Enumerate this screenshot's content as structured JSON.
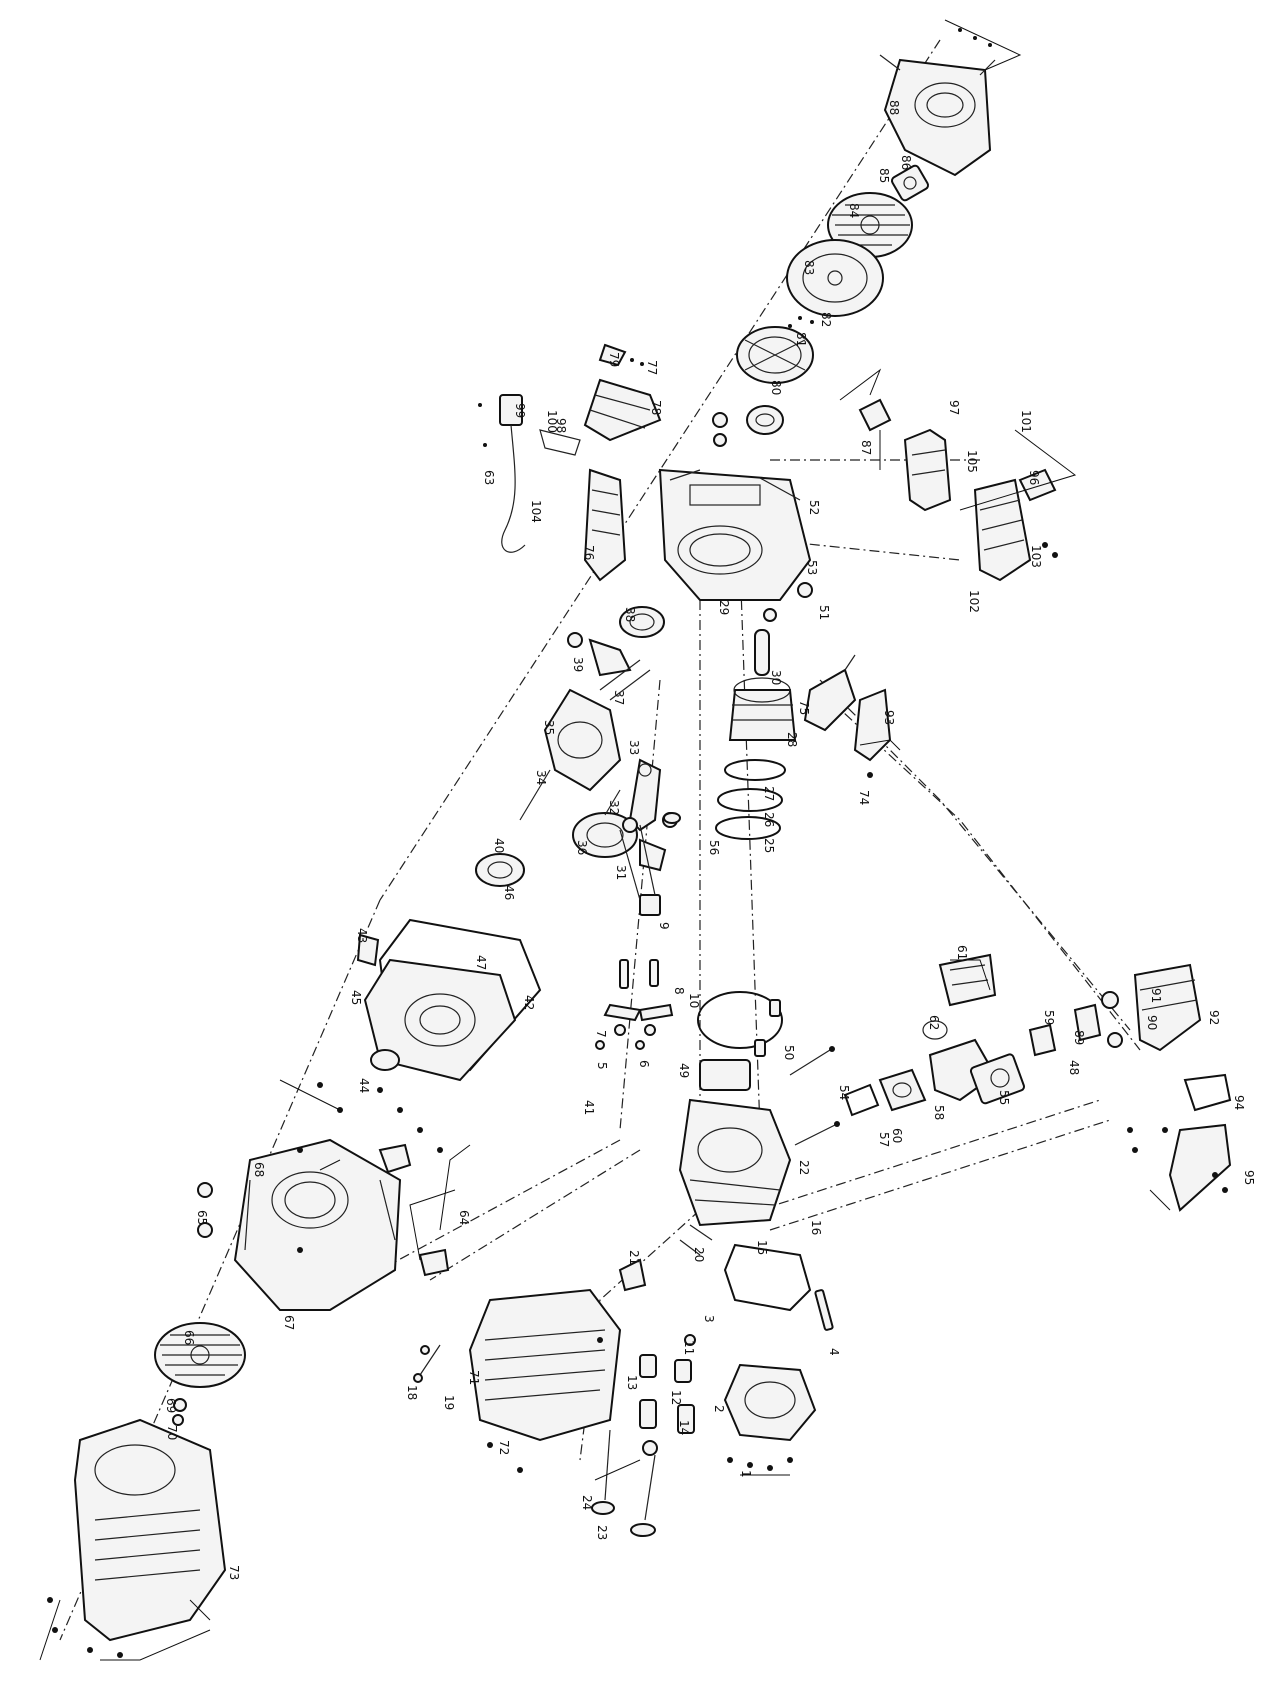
{
  "diagram": {
    "type": "exploded-parts-diagram",
    "colors": {
      "ink": "#111111",
      "background": "#ffffff"
    },
    "callouts": [
      "1",
      "2",
      "3",
      "4",
      "5",
      "6",
      "7",
      "8",
      "9",
      "10",
      "11",
      "12",
      "13",
      "14",
      "15",
      "16",
      "18",
      "19",
      "20",
      "21",
      "22",
      "23",
      "24",
      "25",
      "26",
      "27",
      "28",
      "29",
      "30",
      "31",
      "32",
      "33",
      "34",
      "35",
      "36",
      "37",
      "38",
      "39",
      "40",
      "41",
      "42",
      "43",
      "44",
      "45",
      "46",
      "47",
      "48",
      "49",
      "50",
      "51",
      "52",
      "53",
      "54",
      "55",
      "56",
      "57",
      "58",
      "59",
      "60",
      "61",
      "62",
      "63",
      "64",
      "65",
      "66",
      "67",
      "68",
      "69",
      "70",
      "71",
      "72",
      "73",
      "74",
      "75",
      "76",
      "77",
      "78",
      "79",
      "80",
      "81",
      "82",
      "83",
      "84",
      "85",
      "86",
      "87",
      "88",
      "89",
      "90",
      "91",
      "92",
      "93",
      "94",
      "95",
      "96",
      "97",
      "98",
      "99",
      "100",
      "101",
      "102",
      "103",
      "104",
      "105"
    ]
  }
}
